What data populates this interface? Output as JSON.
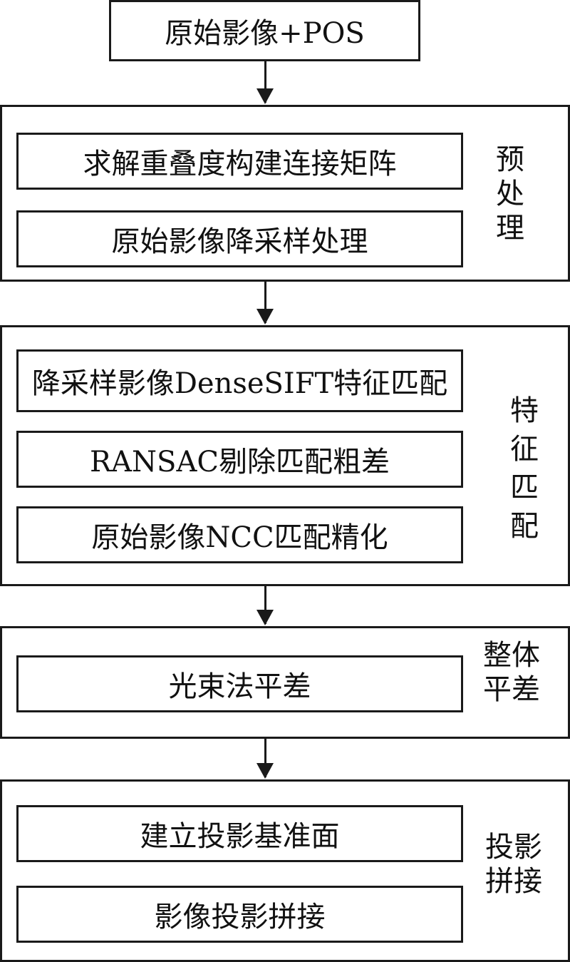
{
  "start": {
    "label": "原始影像+POS"
  },
  "stages": [
    {
      "label": "预\n处\n理",
      "steps": [
        "求解重叠度构建连接矩阵",
        "原始影像降采样处理"
      ]
    },
    {
      "label": "特\n征\n匹\n配",
      "steps": [
        "降采样影像DenseSIFT特征匹配",
        "RANSAC剔除匹配粗差",
        "原始影像NCC匹配精化"
      ]
    },
    {
      "label": "整体\n平差",
      "steps": [
        "光束法平差"
      ]
    },
    {
      "label": "投影\n拼接",
      "steps": [
        "建立投影基准面",
        "影像投影拼接"
      ]
    }
  ]
}
